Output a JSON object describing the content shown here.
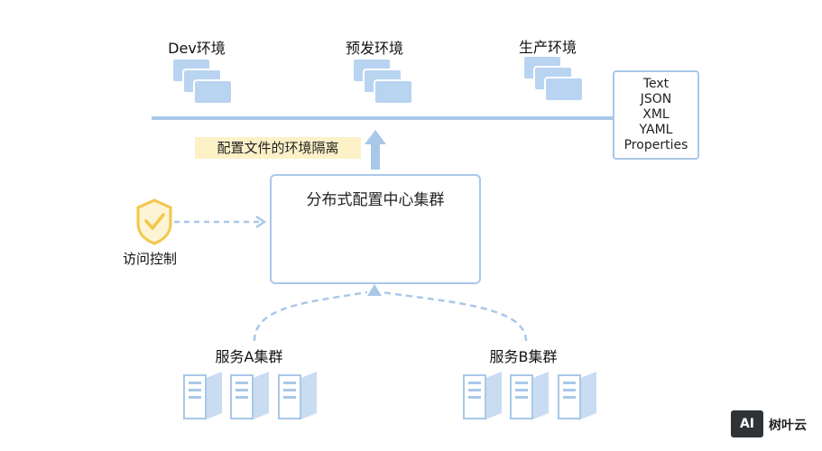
{
  "environments": [
    {
      "label": "Dev环境"
    },
    {
      "label": "预发环境"
    },
    {
      "label": "生产环境"
    }
  ],
  "formats": [
    "Text",
    "JSON",
    "XML",
    "YAML",
    "Properties"
  ],
  "isolation_label": "配置文件的环境隔离",
  "config_center": {
    "title": "分布式配置中心集群"
  },
  "access_control": {
    "label": "访问控制"
  },
  "clusters": [
    {
      "label": "服务A集群"
    },
    {
      "label": "服务B集群"
    }
  ],
  "watermark": {
    "logo": "AI",
    "text": "树叶云"
  },
  "colors": {
    "accent": "#a9c8e8",
    "icon_fill": "#b9d4f1",
    "shield": "#f3c64a",
    "highlight": "#fdf1c8"
  }
}
